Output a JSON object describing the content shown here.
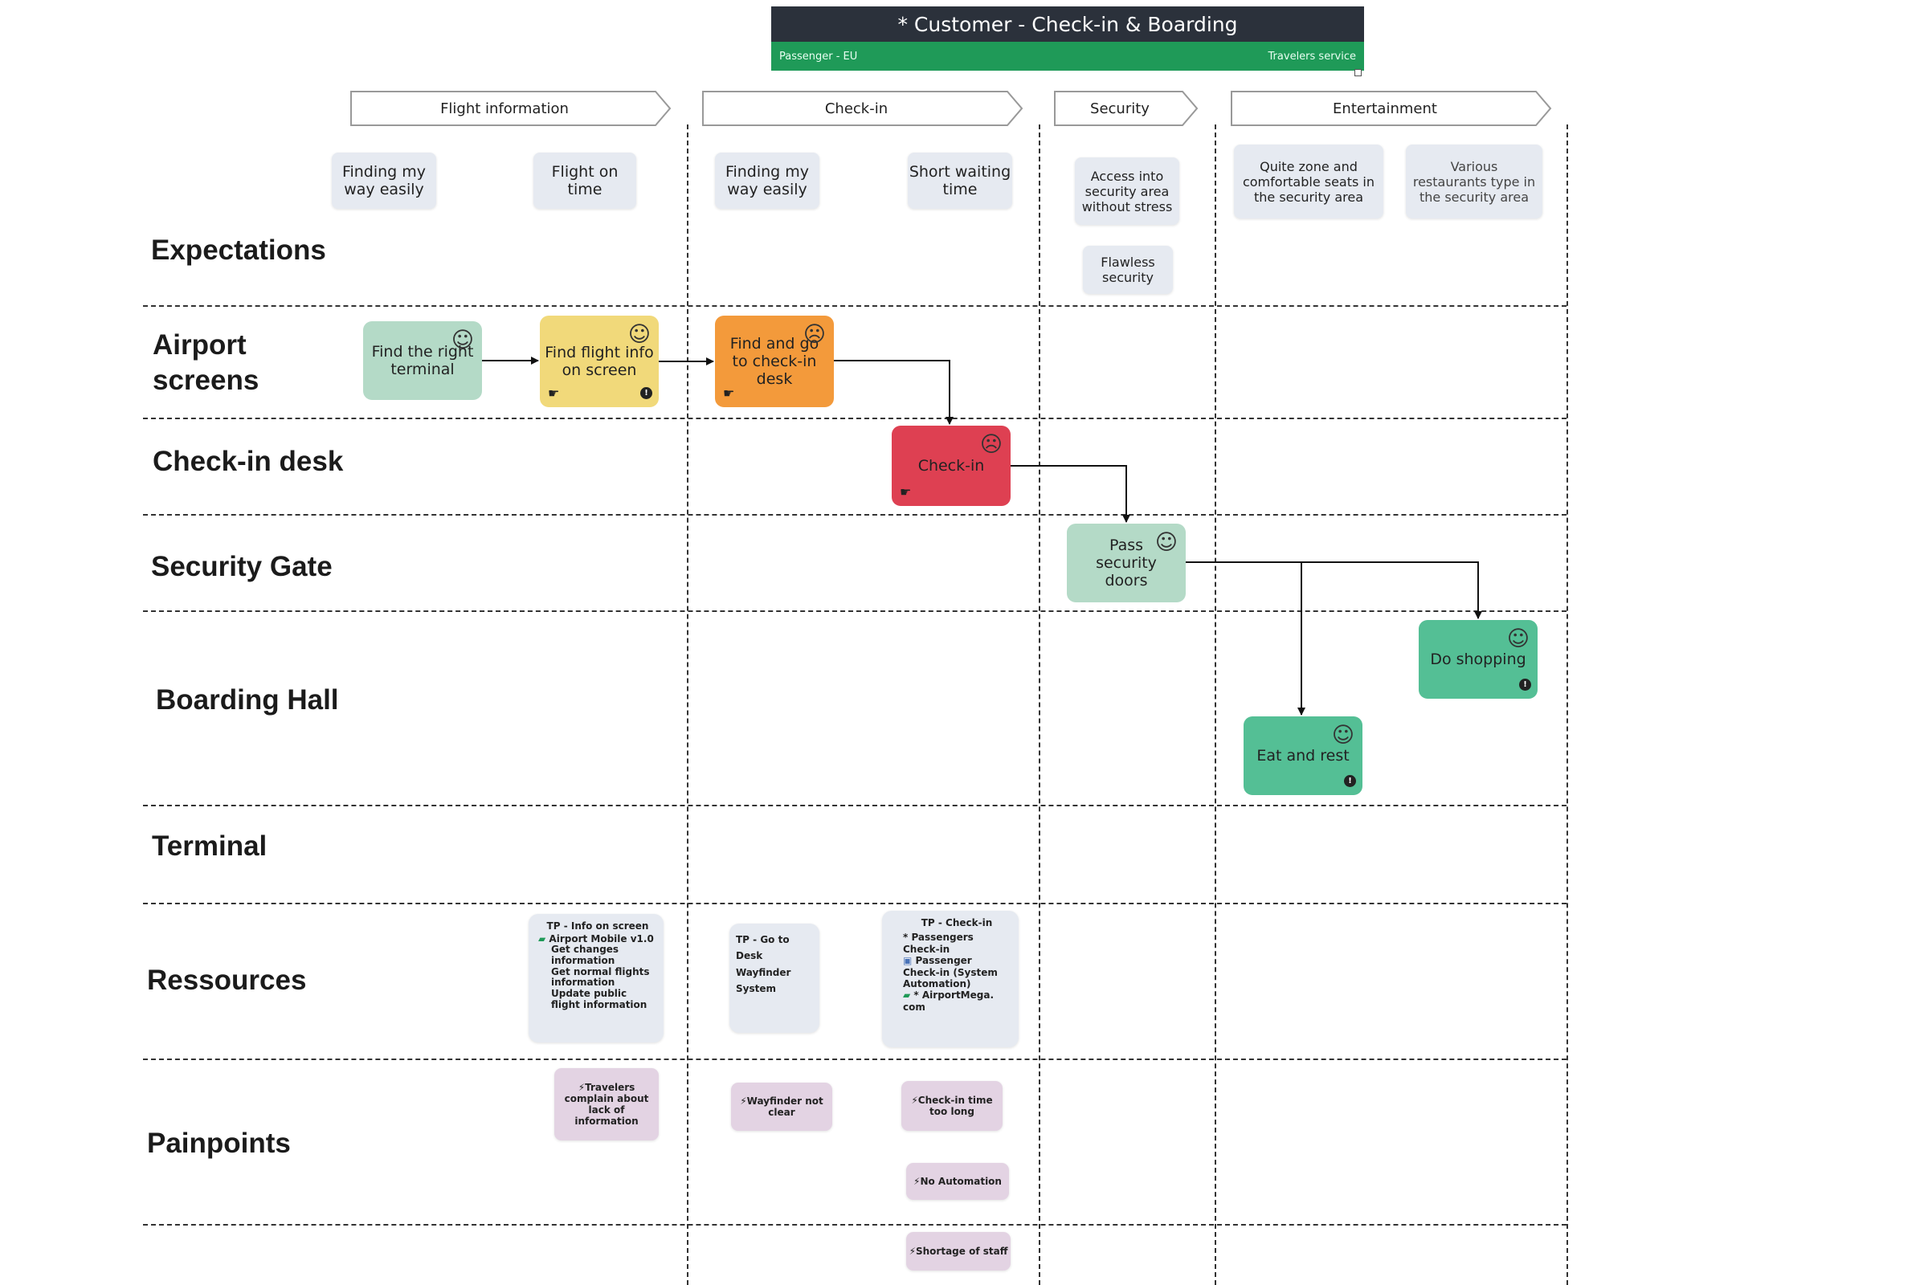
{
  "header": {
    "title": "* Customer - Check-in & Boarding",
    "persona": "Passenger - EU",
    "team": "Travelers service"
  },
  "stages": [
    "Flight information",
    "Check-in",
    "Security",
    "Entertainment"
  ],
  "lanes": {
    "expectations": "Expectations",
    "airport_screens_1": "Airport",
    "airport_screens_2": "screens",
    "checkin_desk": "Check-in desk",
    "security_gate": "Security Gate",
    "boarding_hall": "Boarding Hall",
    "terminal": "Terminal",
    "resources": "Ressources",
    "painpoints": "Painpoints"
  },
  "expectations": [
    "Finding my way easily",
    "Flight on time",
    "Finding my way easily",
    "Short waiting time",
    "Access into security area without stress",
    "Flawless security",
    "Quite zone and comfortable seats in the security area",
    "Various restaurants type in the security area"
  ],
  "touchpoints": {
    "find_terminal": "Find the right terminal",
    "find_flight_info": "Find flight info on screen",
    "find_checkin_desk": "Find and go to check-in desk",
    "checkin": "Check-in",
    "pass_security": "Pass security doors",
    "do_shopping": "Do shopping",
    "eat_rest": "Eat and rest"
  },
  "colors": {
    "header_dark": "#2b313b",
    "header_green": "#1f9a58",
    "light_green": "#b4dac7",
    "yellow": "#f1d97a",
    "orange": "#f39a3b",
    "red": "#de4052",
    "teal": "#54bf95",
    "expectation_card": "#e6eaf1",
    "painpoint_card": "#e3d3e3"
  },
  "resources": {
    "info_screen": {
      "title": "TP - Info on screen",
      "app": "Airport Mobile v1.0",
      "items": [
        "Get changes information",
        "Get normal flights information",
        "Update public flight information"
      ]
    },
    "go_to_desk": {
      "title": "TP - Go to Desk",
      "items": [
        "Wayfinder",
        "System"
      ]
    },
    "checkin": {
      "title": "TP - Check-in",
      "items": [
        "* Passengers Check-in",
        "Passenger Check-in (System Automation)",
        "* AirportMega. com"
      ]
    }
  },
  "painpoints": [
    "Travelers complain about lack of information",
    "Wayfinder not clear",
    "Check-in time too long",
    "No Automation",
    "Shortage of staff"
  ],
  "icons": {
    "happy": "smiley-face-icon",
    "sad": "sad-face-icon",
    "hand": "hand-pointer-icon",
    "comment": "comment-bubble-icon",
    "painpoint": "lightning-icon"
  }
}
